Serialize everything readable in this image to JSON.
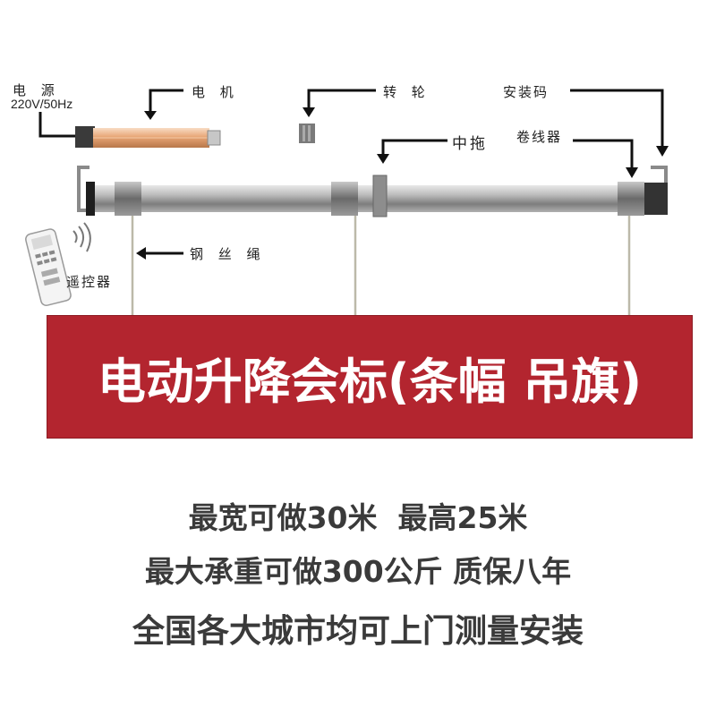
{
  "labels": {
    "power_title": "电  源",
    "power_spec": "220V/50Hz",
    "motor": "电 机",
    "pulley": "转 轮",
    "install_code": "安装码",
    "middle_support": "中拖",
    "winder": "卷线器",
    "wire_rope": "钢 丝 绳",
    "remote": "遥控器"
  },
  "banner": {
    "text": "电动升降会标(条幅 吊旗)",
    "color": "#b3252f"
  },
  "features": [
    "最宽可做30米  最高25米",
    "最大承重可做300公斤 质保八年",
    "全国各大城市均可上门测量安装"
  ]
}
